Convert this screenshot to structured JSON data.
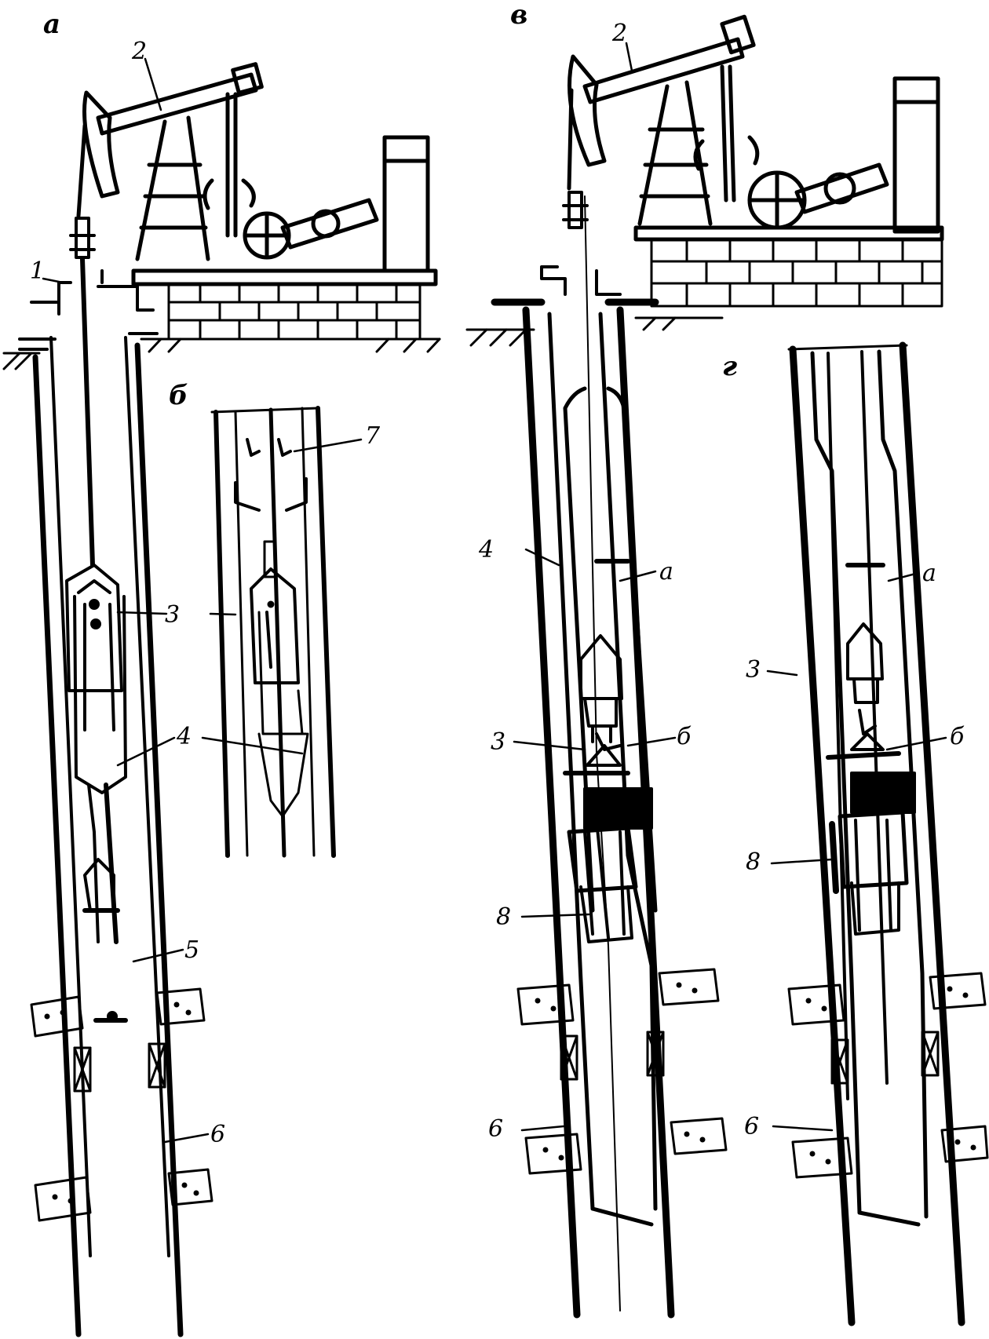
{
  "panels": {
    "a": "а",
    "b": "б",
    "v": "в",
    "g": "г"
  },
  "labels": {
    "l1": "1",
    "l2_a": "2",
    "l2_v": "2",
    "l3_a": "3",
    "l3_b": "3",
    "l3_v": "3",
    "l3_g": "3",
    "l4_ab": "4",
    "l4_v": "4",
    "l5": "5",
    "l6_a": "6",
    "l6_v": "6",
    "l6_g": "6",
    "l7": "7",
    "l8_v": "8",
    "l8_g": "8",
    "la_v": "а",
    "la_g": "а",
    "lb_v": "б",
    "lb_g": "б"
  },
  "icons": [
    "pumpjack-icon",
    "brick-foundation-icon",
    "formation-icon",
    "packer-icon",
    "pump-valve-icon",
    "anchor-icon"
  ]
}
